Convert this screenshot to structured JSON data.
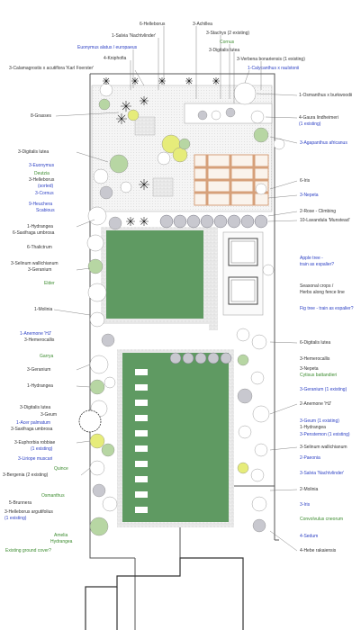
{
  "colors": {
    "black": "#333333",
    "blue": "#2b3fc4",
    "green": "#3c8c2f",
    "lawn": "#5f9a62",
    "paving": "#efefef",
    "plant_grey": "#c8c8cf",
    "plant_green": "#b7d6a3",
    "plant_yellow": "#e6ec7a"
  },
  "top_labels": [
    {
      "text": "6-Helleborus",
      "cls": "k"
    },
    {
      "text": "3-Achillea",
      "cls": "k"
    },
    {
      "text": "1-Salvia 'Nachtvlinder'",
      "cls": "k"
    },
    {
      "text": "3-Stachys (2 existing)",
      "cls": "k"
    },
    {
      "text": "Euonymus alatus / europaeus",
      "cls": "b"
    },
    {
      "text": "Cornus",
      "cls": "g"
    },
    {
      "text": "3-Digitalis lutea",
      "cls": "k"
    },
    {
      "text": "4-Kniphofia",
      "cls": "k"
    },
    {
      "text": "3-Verbena bonariensis (1 existing)",
      "cls": "k"
    },
    {
      "text": "3-Calamagrostis x acutiflora 'Karl Foerster'",
      "cls": "k"
    },
    {
      "text": "1-Calycanthus x raulstonii",
      "cls": "b"
    }
  ],
  "left_labels": [
    {
      "text": "8-Grasses",
      "cls": "k"
    },
    {
      "text": "3-Digitalis lutea",
      "cls": "k"
    },
    {
      "text": "3-Euonymus",
      "cls": "b"
    },
    {
      "text": "Deutzia",
      "cls": "g"
    },
    {
      "text": "3-Helleborus",
      "cls": "k"
    },
    {
      "text": "(sorted)",
      "cls": "b"
    },
    {
      "text": "3-Cornus",
      "cls": "b"
    },
    {
      "text": "9-Heuchera",
      "cls": "b"
    },
    {
      "text": "Scabious",
      "cls": "b"
    },
    {
      "text": "1-Hydrangea",
      "cls": "k"
    },
    {
      "text": "6-Saxifraga umbrosa",
      "cls": "k"
    },
    {
      "text": "6-Thalictrum",
      "cls": "k"
    },
    {
      "text": "3-Selinum wallichianum",
      "cls": "k"
    },
    {
      "text": "3-Geranium",
      "cls": "k"
    },
    {
      "text": "Elder",
      "cls": "g"
    },
    {
      "text": "1-Molinia",
      "cls": "k"
    },
    {
      "text": "1-Anemone 'HJ'",
      "cls": "b"
    },
    {
      "text": "3-Hemerocallis",
      "cls": "k"
    },
    {
      "text": "Garrya",
      "cls": "g"
    },
    {
      "text": "3-Geranium",
      "cls": "k"
    },
    {
      "text": "1-Hydrangea",
      "cls": "k"
    },
    {
      "text": "3-Digitalis lutea",
      "cls": "k"
    },
    {
      "text": "3-Geum",
      "cls": "k"
    },
    {
      "text": "1-Acer palmatum",
      "cls": "b"
    },
    {
      "text": "3-Saxifraga umbrosa",
      "cls": "k"
    },
    {
      "text": "3-Euphorbia robbiae",
      "cls": "k"
    },
    {
      "text": "(1 existing)",
      "cls": "b"
    },
    {
      "text": "3-Liriope muscari",
      "cls": "b"
    },
    {
      "text": "Quince",
      "cls": "g"
    },
    {
      "text": "3-Bergenia (2 existing)",
      "cls": "k"
    },
    {
      "text": "Osmanthus",
      "cls": "g"
    },
    {
      "text": "5-Brunnera",
      "cls": "k"
    },
    {
      "text": "3-Helleborus argutifolius",
      "cls": "k"
    },
    {
      "text": "(1 existing)",
      "cls": "b"
    },
    {
      "text": "Amelia",
      "cls": "g"
    },
    {
      "text": "Hydrangea",
      "cls": "g"
    },
    {
      "text": "Existing ground cover?",
      "cls": "g"
    }
  ],
  "right_labels": [
    {
      "text": "1-Osmanthus x burkwoodii",
      "cls": "k"
    },
    {
      "text": "4-Gaura lindheimeri",
      "cls": "k"
    },
    {
      "text": "(1 existing)",
      "cls": "b"
    },
    {
      "text": "3-Agapanthus africanus",
      "cls": "b"
    },
    {
      "text": "6-Iris",
      "cls": "k"
    },
    {
      "text": "3-Nepeta",
      "cls": "b"
    },
    {
      "text": "2-Rose - Climbing",
      "cls": "k"
    },
    {
      "text": "10-Lavandula 'Munstead'",
      "cls": "k"
    },
    {
      "text": "Apple tree -",
      "cls": "b"
    },
    {
      "text": "train as espalier?",
      "cls": "b"
    },
    {
      "text": "Seasonal crops /",
      "cls": "k"
    },
    {
      "text": "Herbs along fence line",
      "cls": "k"
    },
    {
      "text": "Fig tree - train as espalier?",
      "cls": "b"
    },
    {
      "text": "6-Digitalis lutea",
      "cls": "k"
    },
    {
      "text": "3-Hemerocallis",
      "cls": "k"
    },
    {
      "text": "3-Nepeta",
      "cls": "k"
    },
    {
      "text": "Cytisus battandieri",
      "cls": "g"
    },
    {
      "text": "3-Geranium (1 existing)",
      "cls": "b"
    },
    {
      "text": "2-Anemone 'HJ'",
      "cls": "k"
    },
    {
      "text": "3-Geum (1 existing)",
      "cls": "b"
    },
    {
      "text": "1-Hydrangea",
      "cls": "k"
    },
    {
      "text": "3-Penstemon (1 existing)",
      "cls": "b"
    },
    {
      "text": "3-Selinum wallichianum",
      "cls": "k"
    },
    {
      "text": "2-Paeonia",
      "cls": "b"
    },
    {
      "text": "3-Salvia 'Nachtvlinder'",
      "cls": "b"
    },
    {
      "text": "2-Molinia",
      "cls": "k"
    },
    {
      "text": "3-Iris",
      "cls": "b"
    },
    {
      "text": "Convolvulus cneorum",
      "cls": "g"
    },
    {
      "text": "4-Sedum",
      "cls": "b"
    },
    {
      "text": "4-Hebe rakaiensis",
      "cls": "k"
    }
  ]
}
